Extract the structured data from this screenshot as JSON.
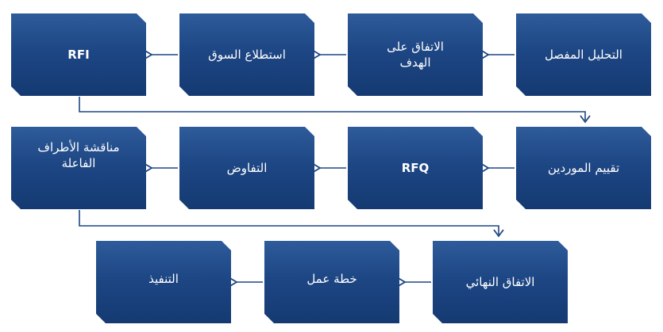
{
  "diagram": {
    "rows": [
      {
        "steps": [
          {
            "id": "s1",
            "label": "التحليل المفصل"
          },
          {
            "id": "s2",
            "label": "الاتفاق على\nالهدف"
          },
          {
            "id": "s3",
            "label": "استطلاع السوق"
          },
          {
            "id": "s4",
            "label": "RFI"
          }
        ]
      },
      {
        "steps": [
          {
            "id": "s5",
            "label": "تقييم الموردين"
          },
          {
            "id": "s6",
            "label": "RFQ"
          },
          {
            "id": "s7",
            "label": "التفاوض"
          },
          {
            "id": "s8",
            "label": "مناقشة الأطراف\nالفاعلة"
          }
        ]
      },
      {
        "steps": [
          {
            "id": "s9",
            "label": "الاتفاق النهائي"
          },
          {
            "id": "s10",
            "label": "خطة عمل"
          },
          {
            "id": "s11",
            "label": "التنفيذ"
          }
        ]
      }
    ],
    "colors": {
      "box_fill": "#1d4684",
      "box_text": "#ffffff",
      "arrow": "#1d4684"
    }
  }
}
